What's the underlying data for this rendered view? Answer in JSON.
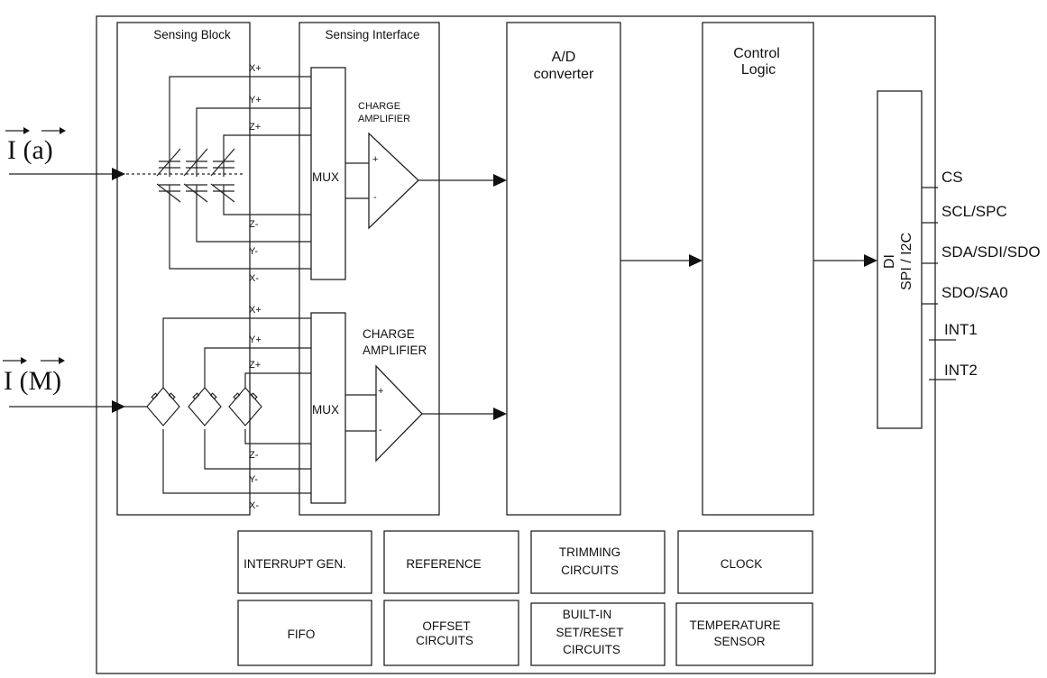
{
  "inputs": {
    "accel": "I (a)",
    "mag": "I (M)"
  },
  "blocks": {
    "sensing_block": "Sensing Block",
    "sensing_interface": "Sensing Interface",
    "adc_line1": "A/D",
    "adc_line2": "converter",
    "control_line1": "Control",
    "control_line2": "Logic",
    "di_line1": "DI",
    "di_line2": "SPI / I2C"
  },
  "mux": {
    "top": "MUX",
    "bottom": "MUX"
  },
  "amplifier": {
    "top_line1": "CHARGE",
    "top_line2": "AMPLIFIER",
    "bottom_line1": "CHARGE",
    "bottom_line2": "AMPLIFIER",
    "plus": "+",
    "minus": "-"
  },
  "axes_top": [
    "X+",
    "Y+",
    "Z+",
    "Z-",
    "Y-",
    "X-"
  ],
  "axes_bottom": [
    "X+",
    "Y+",
    "Z+",
    "Z-",
    "Y-",
    "X-"
  ],
  "pins": [
    "CS",
    "SCL/SPC",
    "SDA/SDI/SDO",
    "SDO/SA0",
    "INT1",
    "INT2"
  ],
  "aux_blocks": {
    "interrupt_gen": "INTERRUPT GEN.",
    "reference": "REFERENCE",
    "trimming_1": "TRIMMING",
    "trimming_2": "CIRCUITS",
    "clock": "CLOCK",
    "fifo": "FIFO",
    "offset_1": "OFFSET",
    "offset_2": "CIRCUITS",
    "builtin_1": "BUILT-IN",
    "builtin_2": "SET/RESET",
    "builtin_3": "CIRCUITS",
    "temp_1": "TEMPERATURE",
    "temp_2": "SENSOR"
  }
}
